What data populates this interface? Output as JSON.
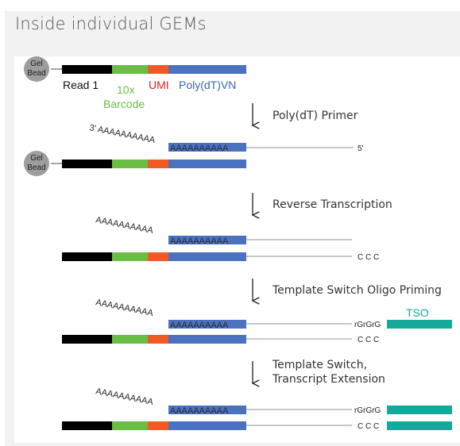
{
  "title": "Inside individual GEMs",
  "gel_bead": {
    "line1": "Gel",
    "line2": "Bead"
  },
  "segments": {
    "read1": "Read 1",
    "barcode_line1": "10x",
    "barcode_line2": "Barcode",
    "umi": "UMI",
    "polydt": "Poly(dT)VN"
  },
  "steps": [
    {
      "label": "Poly(dT) Primer"
    },
    {
      "label": "Reverse Transcription"
    },
    {
      "label": "Template Switch Oligo Priming"
    },
    {
      "label_line1": "Template Switch,",
      "label_line2": "Transcript Extension"
    }
  ],
  "strand": {
    "polya_tail": "AAAAAAAAAA",
    "polya_tail_prefixed": "3' AAAAAAAAAA",
    "bar_a": "AAAAAAAAAA",
    "five_prime": "5'",
    "ccc": "C C C",
    "rgrgrg": "rGrGrG",
    "tso": "TSO"
  },
  "colors": {
    "black": "#000000",
    "green": "#6abd45",
    "orange": "#f15a24",
    "blue": "#4a72bf",
    "teal": "#15a99a",
    "gray_line": "#a8a8a8",
    "bead": "#9d9d9d"
  }
}
